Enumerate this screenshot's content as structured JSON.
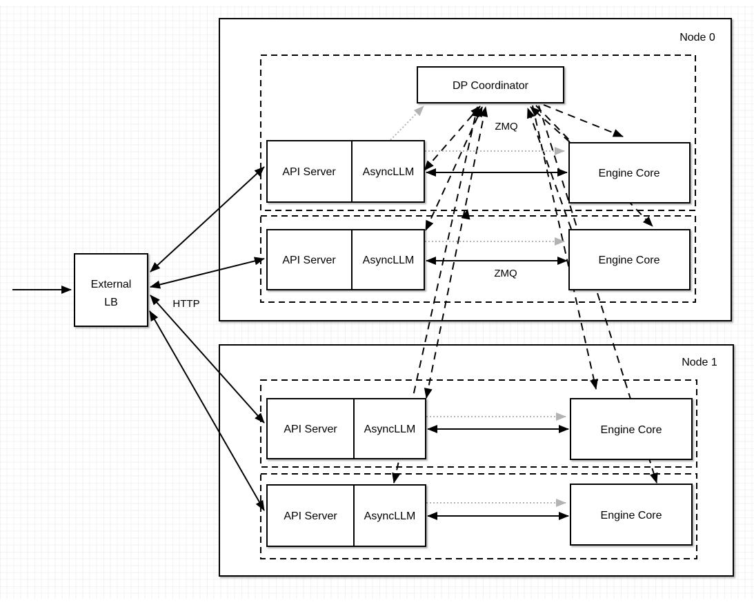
{
  "diagram": {
    "type": "architecture-diagram",
    "description": "Data-parallel LLM serving deployment with external load balancer, per-node API servers and engine cores, and a DP coordinator on node 0",
    "colors": {
      "stroke": "#000000",
      "box_fill": "#ffffff",
      "dotted_link_gray": "#b3b3b3",
      "grid_minor": "#f2f2f2",
      "grid_major": "#e7e7e7"
    },
    "node0": {
      "label": "Node 0"
    },
    "node1": {
      "label": "Node 1"
    },
    "coordinator": {
      "label": "DP Coordinator"
    },
    "external_lb": {
      "line1": "External",
      "line2": "LB"
    },
    "box_labels": {
      "api_server": "API Server",
      "asyncllm": "AsyncLLM",
      "engine_core": "Engine Core"
    },
    "edge_labels": {
      "http": "HTTP",
      "zmq_coordinator": "ZMQ",
      "zmq_engine": "ZMQ"
    },
    "edges": [
      {
        "from": "client",
        "to": "external-lb",
        "style": "solid",
        "heads": "end"
      },
      {
        "from": "external-lb",
        "to": "api-server-node0-replica0",
        "style": "solid",
        "heads": "both",
        "protocol": "HTTP"
      },
      {
        "from": "external-lb",
        "to": "api-server-node0-replica1",
        "style": "solid",
        "heads": "both",
        "protocol": "HTTP"
      },
      {
        "from": "external-lb",
        "to": "api-server-node1-replica0",
        "style": "solid",
        "heads": "both",
        "protocol": "HTTP"
      },
      {
        "from": "external-lb",
        "to": "api-server-node1-replica1",
        "style": "solid",
        "heads": "both",
        "protocol": "HTTP"
      },
      {
        "from": "asyncllm-node0-replica0",
        "to": "engine-core-node0-replica0",
        "style": "solid",
        "heads": "both",
        "protocol": "ZMQ"
      },
      {
        "from": "asyncllm-node0-replica1",
        "to": "engine-core-node0-replica1",
        "style": "solid",
        "heads": "both",
        "protocol": "ZMQ"
      },
      {
        "from": "asyncllm-node1-replica0",
        "to": "engine-core-node1-replica0",
        "style": "solid",
        "heads": "both",
        "protocol": "ZMQ"
      },
      {
        "from": "asyncllm-node1-replica1",
        "to": "engine-core-node1-replica1",
        "style": "solid",
        "heads": "both",
        "protocol": "ZMQ"
      },
      {
        "from": "asyncllm-node0-replica0",
        "to": "dp-coordinator",
        "style": "dashed",
        "heads": "both",
        "protocol": "ZMQ"
      },
      {
        "from": "asyncllm-node0-replica1",
        "to": "dp-coordinator",
        "style": "dashed",
        "heads": "both",
        "protocol": "ZMQ"
      },
      {
        "from": "asyncllm-node1-replica0",
        "to": "dp-coordinator",
        "style": "dashed",
        "heads": "both",
        "protocol": "ZMQ"
      },
      {
        "from": "asyncllm-node1-replica1",
        "to": "dp-coordinator",
        "style": "dashed",
        "heads": "both",
        "protocol": "ZMQ"
      },
      {
        "from": "engine-core-node0-replica0",
        "to": "dp-coordinator",
        "style": "dashed",
        "heads": "end"
      },
      {
        "from": "engine-core-node0-replica1",
        "to": "dp-coordinator",
        "style": "dashed",
        "heads": "end"
      },
      {
        "from": "dp-coordinator",
        "to": "engine-core-node0-replica0",
        "style": "dashed",
        "heads": "end"
      },
      {
        "from": "dp-coordinator",
        "to": "engine-core-node0-replica1",
        "style": "dashed",
        "heads": "end"
      },
      {
        "from": "dp-coordinator",
        "to": "engine-core-node1-replica0",
        "style": "dashed",
        "heads": "end"
      },
      {
        "from": "dp-coordinator",
        "to": "engine-core-node1-replica1",
        "style": "dashed",
        "heads": "end"
      },
      {
        "from": "asyncllm-node0-replica0",
        "to": "dp-coordinator",
        "style": "dotted-gray",
        "heads": "end"
      },
      {
        "from": "asyncllm-node0-replica0",
        "to": "engine-core-node0-replica0",
        "style": "dotted-gray",
        "heads": "end"
      },
      {
        "from": "asyncllm-node0-replica1",
        "to": "engine-core-node0-replica1",
        "style": "dotted-gray",
        "heads": "end"
      },
      {
        "from": "asyncllm-node1-replica0",
        "to": "engine-core-node1-replica0",
        "style": "dotted-gray",
        "heads": "end"
      },
      {
        "from": "asyncllm-node1-replica1",
        "to": "engine-core-node1-replica1",
        "style": "dotted-gray",
        "heads": "end"
      }
    ]
  }
}
